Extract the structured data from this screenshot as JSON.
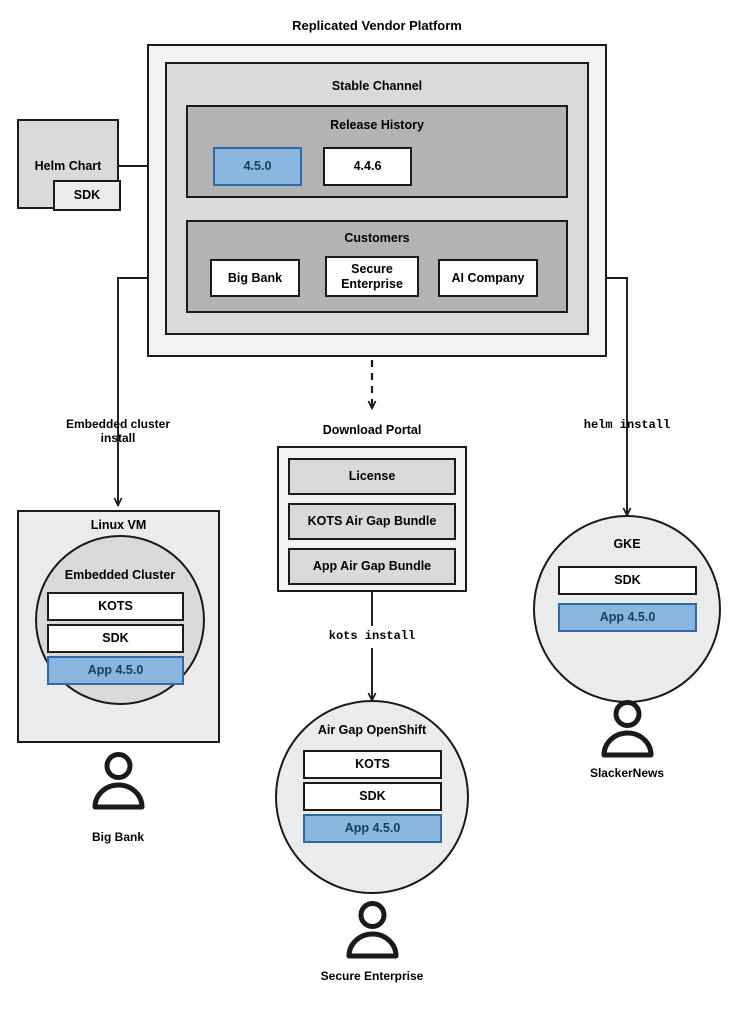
{
  "diagram": {
    "title": "Replicated Vendor Platform",
    "platform": {
      "stable_channel_label": "Stable Channel",
      "release_history": {
        "label": "Release History",
        "releases": [
          {
            "version": "4.5.0",
            "highlighted": true
          },
          {
            "version": "4.4.6",
            "highlighted": false
          }
        ]
      },
      "customers": {
        "label": "Customers",
        "items": [
          {
            "name": "Big Bank"
          },
          {
            "name": "Secure Enterprise"
          },
          {
            "name": "AI Company"
          }
        ]
      }
    },
    "helm_chart": {
      "label": "Helm Chart",
      "sdk_label": "SDK"
    },
    "edges": [
      {
        "label": "Embedded cluster install",
        "from": "Big Bank",
        "to": "Linux VM",
        "style": "solid"
      },
      {
        "label": "helm install",
        "from": "AI Company",
        "to": "GKE",
        "style": "solid",
        "mono": true
      },
      {
        "label": "kots install",
        "from": "Download Portal",
        "to": "Air Gap OpenShift",
        "style": "solid",
        "mono": true
      },
      {
        "label": "",
        "from": "Secure Enterprise",
        "to": "Download Portal",
        "style": "dashed"
      }
    ],
    "download_portal": {
      "label": "Download Portal",
      "artifacts": [
        "License",
        "KOTS Air Gap Bundle",
        "App Air Gap Bundle"
      ]
    },
    "targets": [
      {
        "id": "linux-vm",
        "shape": "rect",
        "label": "Linux VM",
        "inner_label": "Embedded Cluster",
        "components": [
          {
            "name": "KOTS",
            "highlighted": false
          },
          {
            "name": "SDK",
            "highlighted": false
          },
          {
            "name": "App 4.5.0",
            "highlighted": true
          }
        ],
        "actor": "Big Bank"
      },
      {
        "id": "air-gap-openshift",
        "shape": "circle",
        "label": "Air Gap OpenShift",
        "components": [
          {
            "name": "KOTS",
            "highlighted": false
          },
          {
            "name": "SDK",
            "highlighted": false
          },
          {
            "name": "App 4.5.0",
            "highlighted": true
          }
        ],
        "actor": "Secure Enterprise"
      },
      {
        "id": "gke",
        "shape": "circle",
        "label": "GKE",
        "components": [
          {
            "name": "SDK",
            "highlighted": false
          },
          {
            "name": "App 4.5.0",
            "highlighted": true
          }
        ],
        "actor": "SlackerNews"
      }
    ],
    "colors": {
      "stroke": "#1a1a1a",
      "highlight_fill": "#89b5de",
      "highlight_stroke": "#2b6ca8",
      "highlight_text": "#15415f",
      "shade_outer": "#f2f2f2",
      "shade_mid": "#d9d9d9",
      "shade_inner": "#b3b3b3",
      "node_fill": "#ebebeb"
    }
  }
}
